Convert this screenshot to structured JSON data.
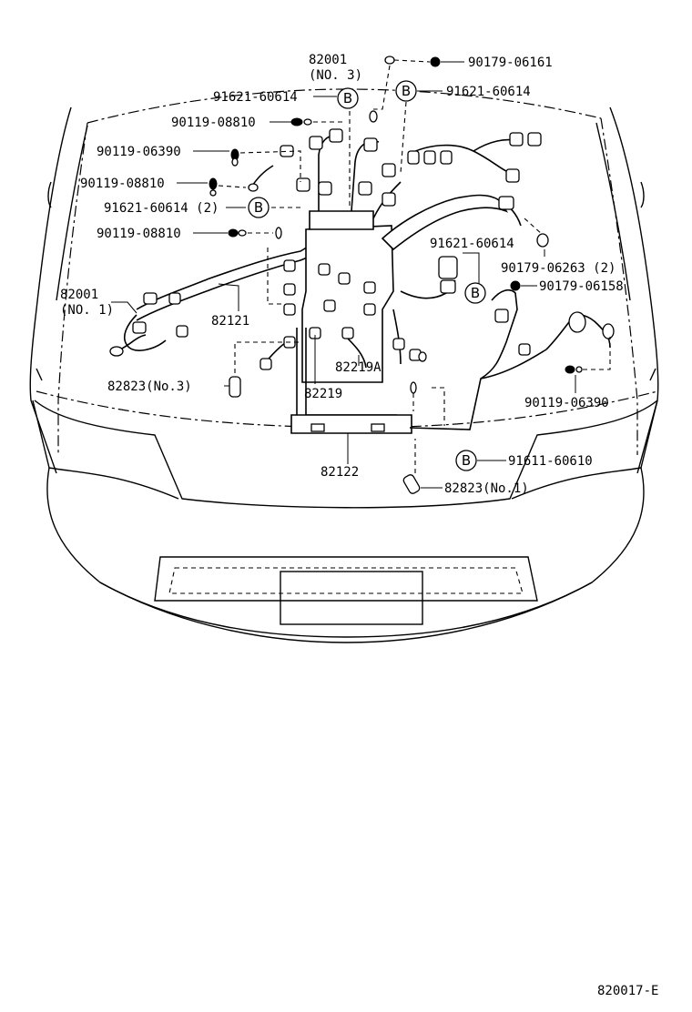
{
  "parts": {
    "p82001_no3": "82001",
    "p82001_no3_sub": "(NO. 3)",
    "p90179_06161": "90179-06161",
    "p91621_60614_a": "91621-60614",
    "p91621_60614_b": "91621-60614",
    "p90119_08810_a": "90119-08810",
    "p90119_06390_a": "90119-06390",
    "p90119_08810_b": "90119-08810",
    "p91621_60614_2": "91621-60614 (2)",
    "p90119_08810_c": "90119-08810",
    "p91621_60614_c": "91621-60614",
    "p90179_06263_2": "90179-06263 (2)",
    "p82001_no1": "82001",
    "p82001_no1_sub": "(NO. 1)",
    "p90179_06158": "90179-06158",
    "p82121": "82121",
    "p82219A": "82219A",
    "p82823_no3": "82823(No.3)",
    "p82219": "82219",
    "p90119_06390_b": "90119-06390",
    "p82122": "82122",
    "p91611_60610": "91611-60610",
    "p82823_no1": "82823(No.1)"
  },
  "callout_letter": "B",
  "figure_id": "820017-E"
}
